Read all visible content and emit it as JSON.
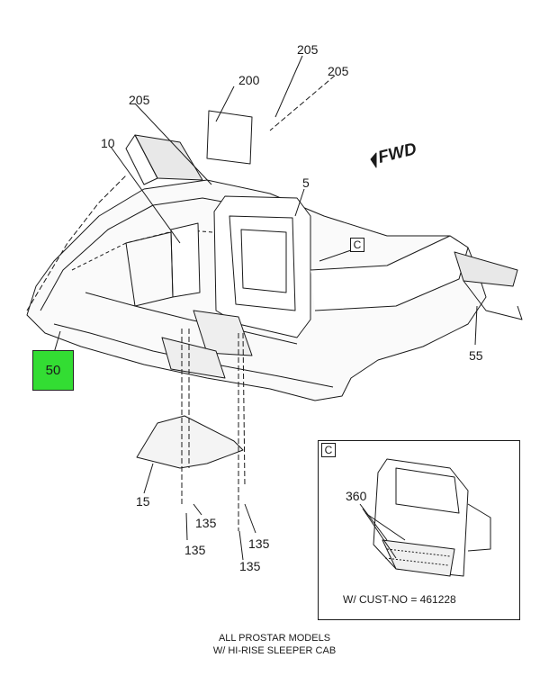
{
  "callouts": {
    "c205a": "205",
    "c200": "200",
    "c205b": "205",
    "c205c": "205",
    "c10": "10",
    "c5": "5",
    "c55": "55",
    "c15": "15",
    "c135a": "135",
    "c135b": "135",
    "c135c": "135",
    "c135d": "135",
    "c360": "360"
  },
  "view_label": "C",
  "highlighted_part": {
    "label": "50",
    "color": "#33dd33"
  },
  "detail": {
    "label": "C",
    "caption": "W/ CUST-NO = 461228"
  },
  "direction_label": "FWD",
  "footer": {
    "line1": "ALL PROSTAR MODELS",
    "line2": "W/ HI-RISE SLEEPER CAB"
  }
}
